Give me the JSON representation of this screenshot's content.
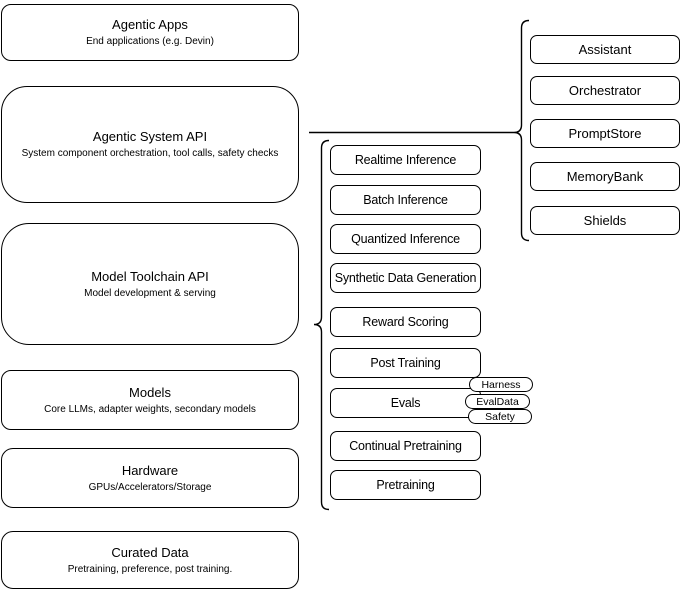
{
  "diagram": {
    "layers": [
      {
        "title": "Agentic Apps",
        "subtitle": "End applications (e.g. Devin)"
      },
      {
        "title": "Agentic System API",
        "subtitle": "System component orchestration, tool calls, safety checks"
      },
      {
        "title": "Model Toolchain API",
        "subtitle": "Model development & serving"
      },
      {
        "title": "Models",
        "subtitle": "Core LLMs, adapter weights, secondary models"
      },
      {
        "title": "Hardware",
        "subtitle": "GPUs/Accelerators/Storage"
      },
      {
        "title": "Curated Data",
        "subtitle": "Pretraining, preference, post training."
      }
    ],
    "toolchain_services": [
      "Realtime Inference",
      "Batch Inference",
      "Quantized Inference",
      "Synthetic Data Generation",
      "Reward Scoring",
      "Post Training",
      "Evals",
      "Continual Pretraining",
      "Pretraining"
    ],
    "evals_components": [
      "Harness",
      "EvalData",
      "Safety"
    ],
    "system_components": [
      "Assistant",
      "Orchestrator",
      "PromptStore",
      "MemoryBank",
      "Shields"
    ],
    "colors": {
      "border": "#000000",
      "background": "#ffffff",
      "text": "#000000"
    }
  }
}
